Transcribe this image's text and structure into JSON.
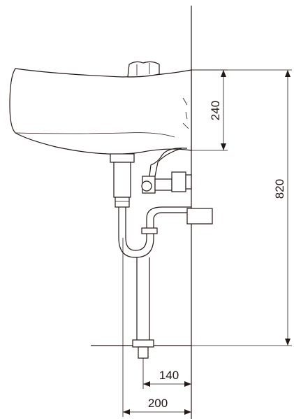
{
  "diagram": {
    "dimensions": {
      "faucet_height": "240",
      "overall_height": "820",
      "drain_offset": "140",
      "depth": "200"
    }
  }
}
